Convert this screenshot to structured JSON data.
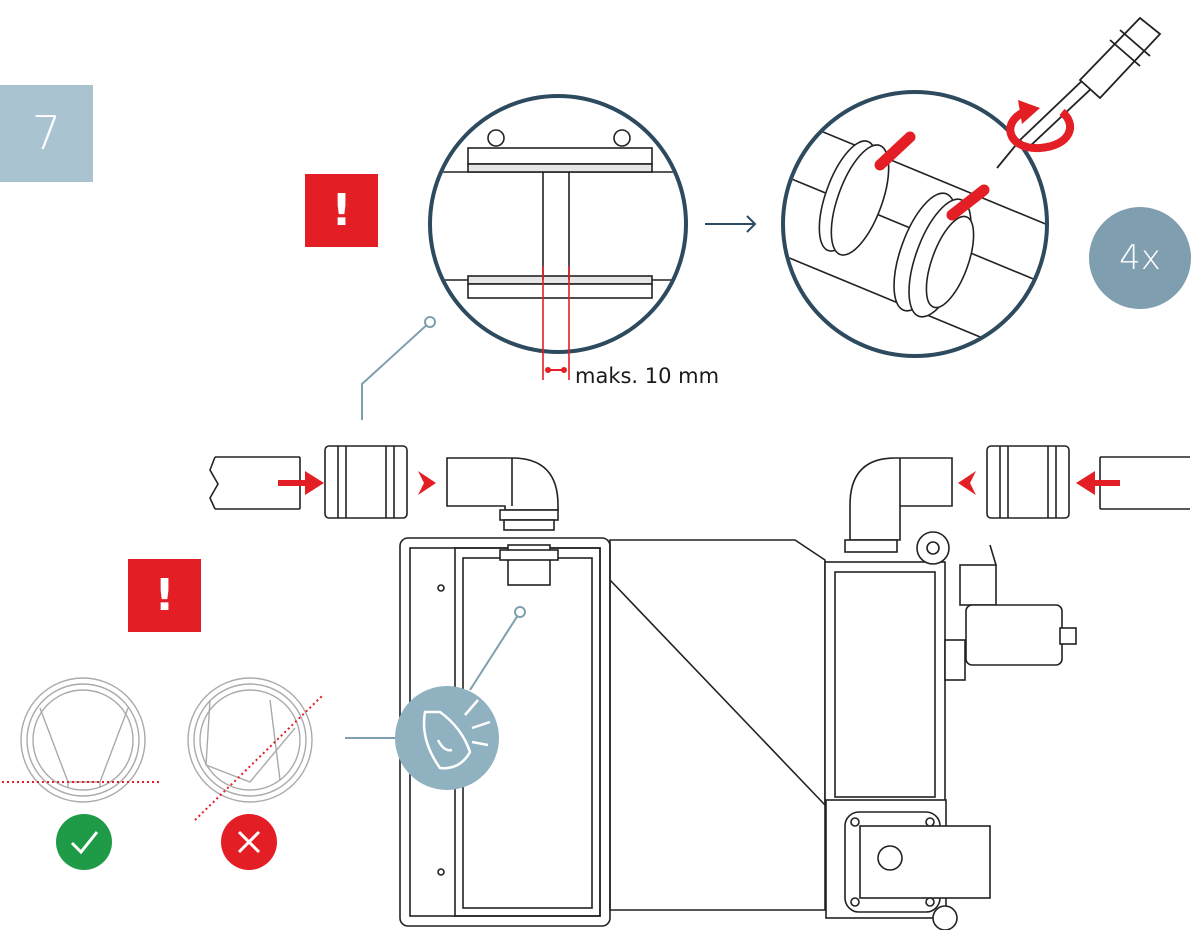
{
  "step": {
    "number": "7"
  },
  "warnings": {
    "top": "!",
    "bottom": "!"
  },
  "measure": {
    "label": "maks. 10 mm"
  },
  "repeat": {
    "label": "4x"
  },
  "colors": {
    "accent_red": "#e31e24",
    "step_badge": "#a9c3d0",
    "count_badge": "#7f9fb0",
    "ok_green": "#1f9b48",
    "lens_blue": "#8fb1c0",
    "outline": "#2e4a5e"
  },
  "icons": {
    "ok": "checkmark-icon",
    "bad": "cross-icon",
    "inspect": "eye-icon",
    "rotate": "rotate-arrow-icon",
    "tool": "screwdriver-icon"
  }
}
